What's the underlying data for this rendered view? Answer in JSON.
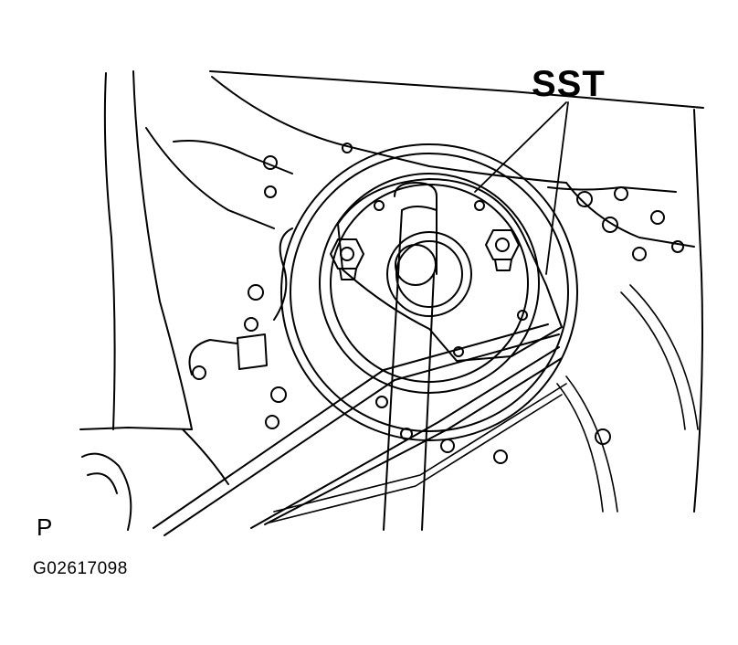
{
  "diagram": {
    "callout_label": "SST",
    "view_letter": "P",
    "figure_id": "G02617098"
  },
  "colors": {
    "line": "#000000",
    "background": "#ffffff"
  }
}
